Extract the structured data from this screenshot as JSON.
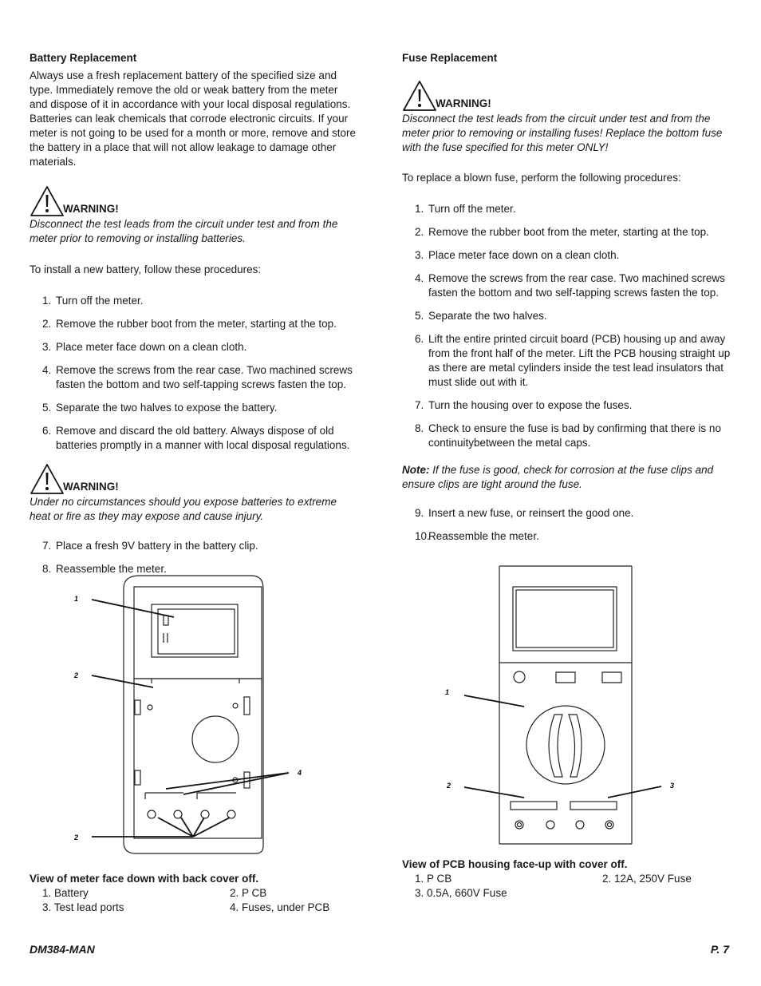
{
  "left": {
    "battery_title": "Battery Replacement",
    "battery_intro": "Always use a fresh replacement battery of the specified size and type. Immediately remove the old or weak battery from the meter and dispose of it in accordance with your local disposal regulations. Batteries can leak chemicals that corrode electronic circuits. If your meter is not going to be used for a month or more, remove and store the battery in a place that will not allow leakage to damage other materials.",
    "warning1_title": "WARNING!",
    "warning1_text": "Disconnect the test leads from the circuit under test and from the meter prior to removing or installing batteries.",
    "install_intro": "To install a new battery, follow these procedures:",
    "steps": [
      {
        "num": "1.",
        "text": "Turn off the meter."
      },
      {
        "num": "2.",
        "text": "Remove the rubber boot from the meter, starting at the top."
      },
      {
        "num": "3.",
        "text": "Place meter face down on a clean cloth."
      },
      {
        "num": "4.",
        "text": "Remove the screws from the rear case. Two machined screws fasten the bottom and two self-tapping screws fasten the top."
      },
      {
        "num": "5.",
        "text": "Separate the two halves to expose the battery."
      },
      {
        "num": "6.",
        "text": "Remove and discard the old battery. Always dispose of old batteries promptly in a manner with local disposal regulations."
      }
    ],
    "warning2_title": "WARNING!",
    "warning2_text": "Under no circumstances should you expose batteries to extreme heat or fire as they may expose and cause injury.",
    "steps2": [
      {
        "num": "7.",
        "text": "Place a fresh 9V battery in the battery clip."
      },
      {
        "num": "8.",
        "text": "Reassemble the meter."
      }
    ],
    "figure_callouts": [
      "1",
      "2",
      "4",
      "2"
    ],
    "caption_title": "View of meter face down with back cover off.",
    "caption_items": [
      "1.  Battery",
      "2.  P CB",
      "3.  Test lead ports",
      "4.  Fuses, under PCB"
    ]
  },
  "right": {
    "fuse_title": "Fuse Replacement",
    "warning_title": "WARNING!",
    "warning_text": "Disconnect the test leads from the circuit under test and from the meter prior to removing or installing fuses! Replace the bottom fuse with the fuse specified for this meter ONLY!",
    "intro": "To replace a blown fuse, perform the following procedures:",
    "steps": [
      {
        "num": "1.",
        "text": "Turn off the meter."
      },
      {
        "num": "2.",
        "text": "Remove the rubber boot from the meter, starting at the top."
      },
      {
        "num": "3.",
        "text": "Place meter face down on a clean cloth."
      },
      {
        "num": "4.",
        "text": "Remove the screws from the rear case. Two machined screws fasten the bottom and two self-tapping screws fasten the top."
      },
      {
        "num": "5.",
        "text": "Separate the two halves."
      },
      {
        "num": "6.",
        "text": "Lift the entire printed circuit board (PCB) housing up and away from the front half of the meter. Lift the PCB housing straight up as there are metal cylinders inside the test lead insulators that must slide out with it."
      },
      {
        "num": "7.",
        "text": "Turn the housing over to expose the fuses."
      },
      {
        "num": "8.",
        "text": "Check to ensure the fuse is bad by confirming that there is no continuitybetween the metal caps."
      }
    ],
    "note_label": "Note:",
    "note_text": " If the fuse is good, check for corrosion at the fuse clips and ensure clips are tight around the fuse.",
    "steps2": [
      {
        "num": "9.",
        "text": "Insert a new fuse, or reinsert the good one."
      },
      {
        "num": "10.",
        "text": "Reassemble the meter."
      }
    ],
    "figure_callouts": [
      "1",
      "2",
      "3"
    ],
    "caption_title": "View of PCB housing face-up with cover off.",
    "caption_items": [
      "1.  P CB",
      "2.  12A, 250V Fuse",
      "3.  0.5A, 660V Fuse"
    ]
  },
  "footer": {
    "doc_id": "DM384-MAN",
    "page": "P. 7"
  }
}
